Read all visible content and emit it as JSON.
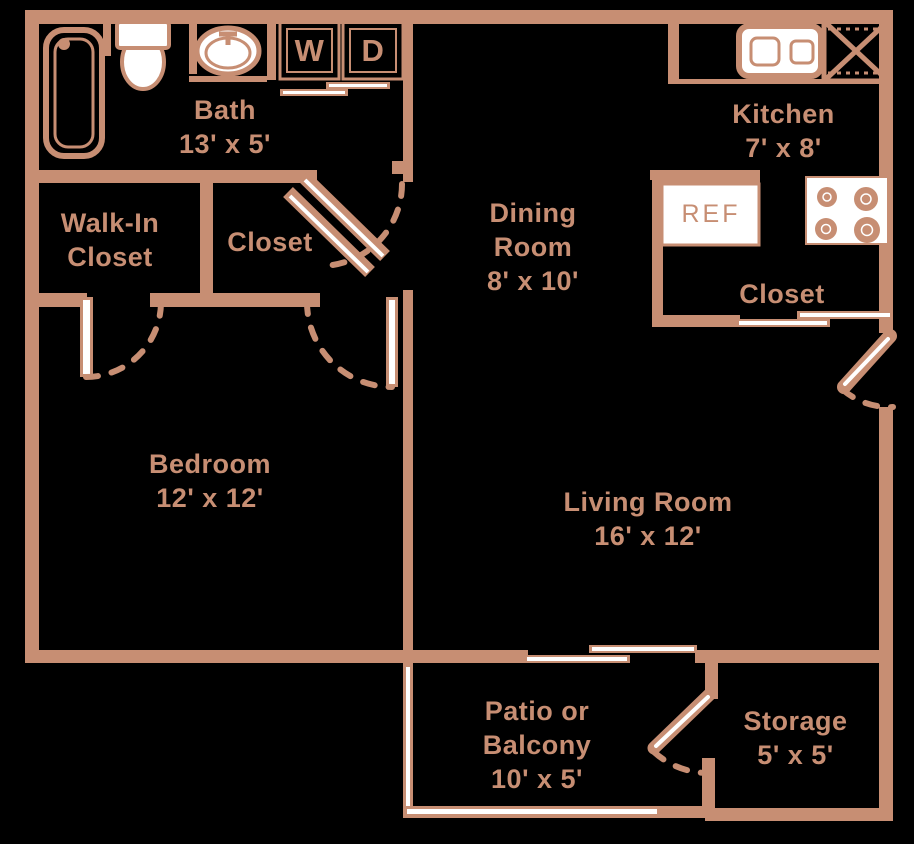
{
  "palette": {
    "wall": "#c78e73",
    "fixture": "#ffffff",
    "background": "#000000"
  },
  "rooms": {
    "bath": {
      "name": "Bath",
      "dims": "13' x 5'"
    },
    "walk_in_closet": {
      "name_line1": "Walk-In",
      "name_line2": "Closet"
    },
    "hall_closet": {
      "name": "Closet"
    },
    "dining_room": {
      "name_line1": "Dining",
      "name_line2": "Room",
      "dims": "8' x 10'"
    },
    "kitchen": {
      "name": "Kitchen",
      "dims": "7' x 8'"
    },
    "kitchen_closet": {
      "name": "Closet"
    },
    "bedroom": {
      "name": "Bedroom",
      "dims": "12' x 12'"
    },
    "living_room": {
      "name": "Living Room",
      "dims": "16' x 12'"
    },
    "patio": {
      "name_line1": "Patio or",
      "name_line2": "Balcony",
      "dims": "10' x 5'"
    },
    "storage": {
      "name": "Storage",
      "dims": "5' x 5'"
    }
  },
  "appliances": {
    "refrigerator": "REF",
    "washer": "W",
    "dryer": "D"
  }
}
